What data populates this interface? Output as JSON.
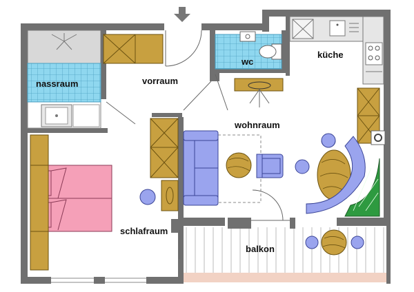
{
  "rooms": {
    "nassraum": "nassraum",
    "vorraum": "vorraum",
    "wc": "wc",
    "kueche": "küche",
    "wohnraum": "wohnraum",
    "schlafraum": "schlafraum",
    "balkon": "balkon"
  },
  "colors": {
    "wall": "#707070",
    "tile": "#8fd7ef",
    "wood": "#c8a040",
    "sofa": "#9aa4ee",
    "bed": "#f5a0b8",
    "plant": "#2e9a40",
    "balcony_floor": "#f2d2c4"
  },
  "icons": {
    "entrance": "entrance-arrow-icon",
    "lamp": "ceiling-lamp-icon",
    "sink": "sink-icon",
    "stove": "stove-icon"
  }
}
